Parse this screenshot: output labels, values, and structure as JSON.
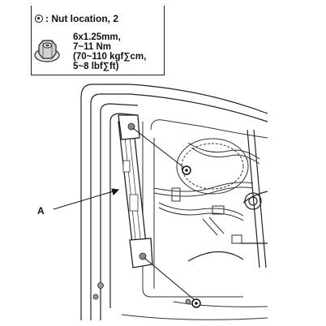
{
  "legend": {
    "title": ": Nut location, 2",
    "spec_lines": [
      "6x1.25mm,",
      "7~11 Nm",
      "(70~110 kgf∑cm,",
      "5~8 lbf∑ft)"
    ],
    "icon": "hex-flange-nut-icon",
    "marker_icon": "nut-location-marker-icon"
  },
  "callouts": {
    "a": "A"
  },
  "colors": {
    "line": "#222222",
    "panel_fill": "#ffffff"
  }
}
